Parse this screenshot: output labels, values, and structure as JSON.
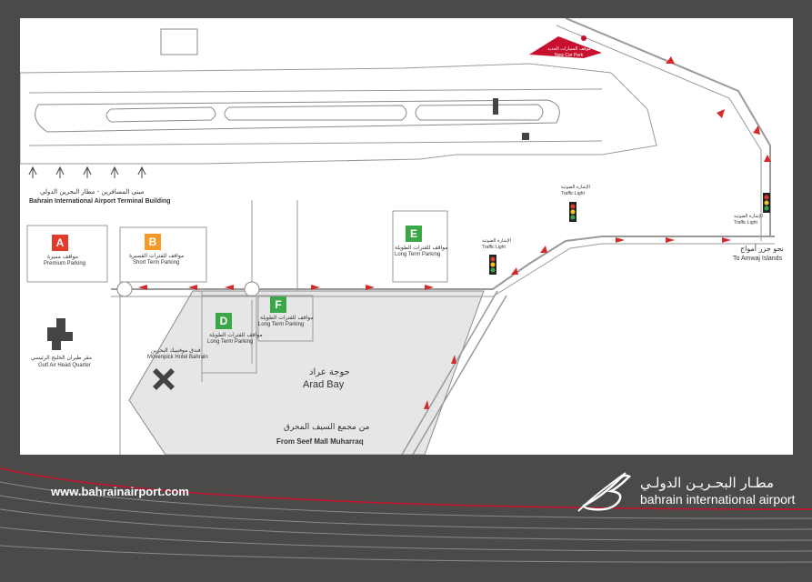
{
  "colors": {
    "background": "#4a4a48",
    "map_background": "#ffffff",
    "zone_fill": "#e6e6e6",
    "road_stroke": "#9a9a9a",
    "arrow_red": "#d42a2a",
    "parking_A": "#e23b2b",
    "parking_B": "#f39a2a",
    "parking_D": "#3aa848",
    "parking_E": "#3aa848",
    "parking_F": "#3aa848"
  },
  "map": {
    "terminal": {
      "label_ar": "مبنى المسافرين - مطار البحرين الدولي",
      "label_en": "Bahrain International Airport Terminal Building"
    },
    "new_car_park": {
      "label_ar": "موقف السيارات الجديد",
      "label_en": "New Car Park"
    },
    "parking_zones": [
      {
        "letter": "A",
        "label_ar": "مواقف مميزة",
        "label_en": "Premium Parking"
      },
      {
        "letter": "B",
        "label_ar": "مواقف للفترات القصيرة",
        "label_en": "Short Term Parking"
      },
      {
        "letter": "D",
        "label_ar": "مواقف للفترات الطويلة",
        "label_en": "Long Term Parking"
      },
      {
        "letter": "E",
        "label_ar": "مواقف للفترات الطويلة",
        "label_en": "Long Term Parking"
      },
      {
        "letter": "F",
        "label_ar": "مواقف للفترات الطويلة",
        "label_en": "Long Term Parking"
      }
    ],
    "gulf_air": {
      "label_ar": "مقر طيران الخليج الرئيسي",
      "label_en": "Gulf Air Head Quarter"
    },
    "hotel": {
      "label_ar": "فندق موفنبيك البحرين",
      "label_en": "Mövenpick Hotel Bahrain"
    },
    "arad_bay": {
      "label_ar": "حوجة عراد",
      "label_en": "Arad Bay"
    },
    "seef_mall": {
      "label_ar": "من مجمع السيف المحرق",
      "label_en": "From Seef Mall Muharraq"
    },
    "amwaj": {
      "label_ar": "نحو جزر أمواج",
      "label_en": "To Amwaj Islands"
    },
    "traffic_lights": [
      {
        "label_ar": "الإشارة الضوئية",
        "label_en": "Traffic Light"
      },
      {
        "label_ar": "الإشارة الضوئية",
        "label_en": "Traffic Light"
      },
      {
        "label_ar": "الإشارة الضوئية",
        "label_en": "Traffic Light"
      }
    ]
  },
  "footer": {
    "url": "www.bahrainairport.com",
    "logo_ar": "مطـار البحـريـن الدولـي",
    "logo_en": "bahrain international airport"
  }
}
